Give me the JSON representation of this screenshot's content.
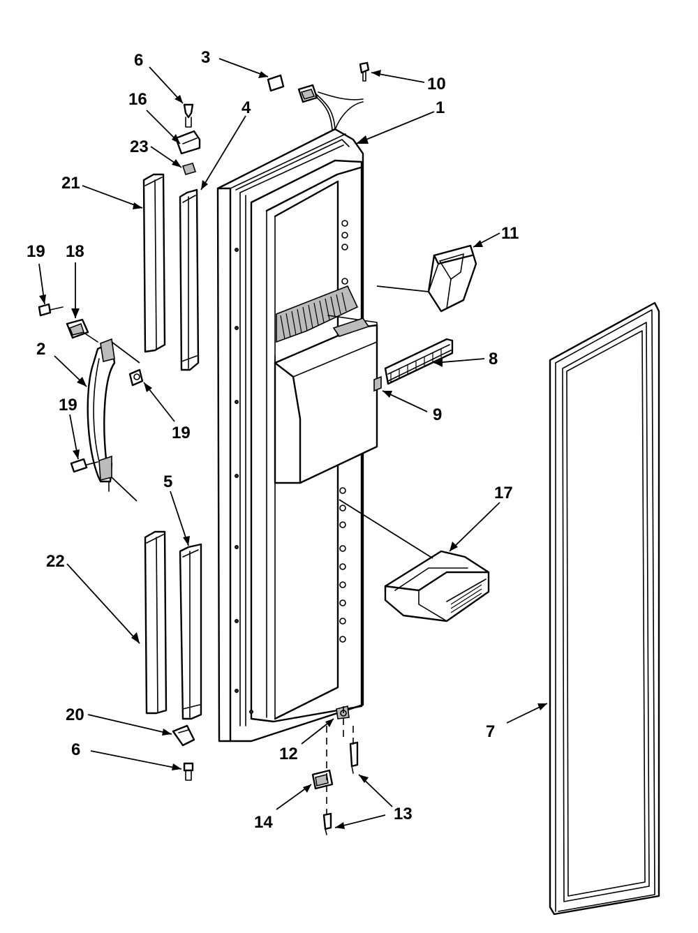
{
  "diagram": {
    "callouts": [
      {
        "id": "c1",
        "label": "1"
      },
      {
        "id": "c2",
        "label": "2"
      },
      {
        "id": "c3",
        "label": "3"
      },
      {
        "id": "c4",
        "label": "4"
      },
      {
        "id": "c5",
        "label": "5"
      },
      {
        "id": "c6a",
        "label": "6"
      },
      {
        "id": "c6b",
        "label": "6"
      },
      {
        "id": "c7",
        "label": "7"
      },
      {
        "id": "c8",
        "label": "8"
      },
      {
        "id": "c9",
        "label": "9"
      },
      {
        "id": "c10",
        "label": "10"
      },
      {
        "id": "c11",
        "label": "11"
      },
      {
        "id": "c12",
        "label": "12"
      },
      {
        "id": "c13",
        "label": "13"
      },
      {
        "id": "c14",
        "label": "14"
      },
      {
        "id": "c16",
        "label": "16"
      },
      {
        "id": "c17",
        "label": "17"
      },
      {
        "id": "c18",
        "label": "18"
      },
      {
        "id": "c19a",
        "label": "19"
      },
      {
        "id": "c19b",
        "label": "19"
      },
      {
        "id": "c19c",
        "label": "19"
      },
      {
        "id": "c20",
        "label": "20"
      },
      {
        "id": "c21",
        "label": "21"
      },
      {
        "id": "c22",
        "label": "22"
      },
      {
        "id": "c23",
        "label": "23"
      }
    ]
  }
}
